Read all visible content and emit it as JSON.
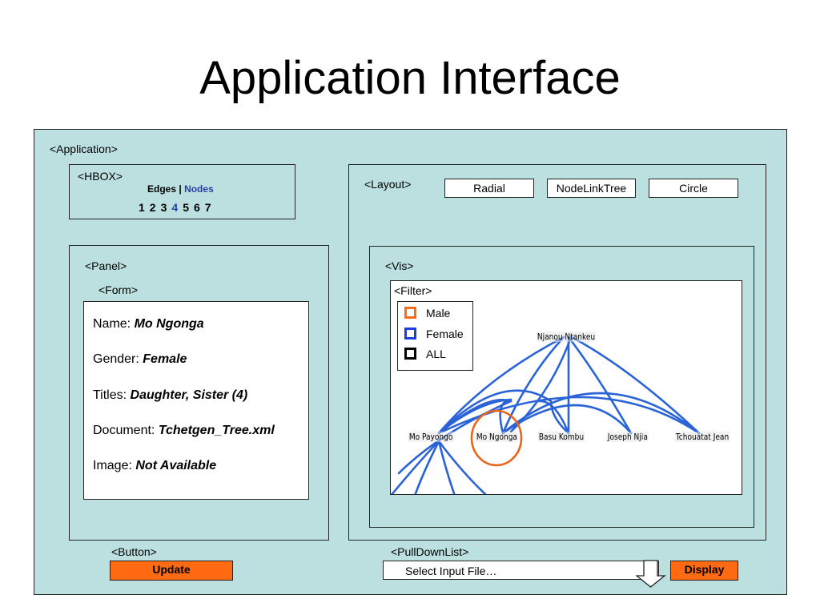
{
  "slide": {
    "title": "Application Interface"
  },
  "application": {
    "tag": "<Application>"
  },
  "hbox": {
    "tag": "<HBOX>",
    "edges_label": "Edges",
    "separator": "|",
    "nodes_label": "Nodes",
    "levels": [
      "1",
      "2",
      "3",
      "4",
      "5",
      "6",
      "7"
    ],
    "selected_level": "4"
  },
  "layout": {
    "tag": "<Layout>",
    "buttons": [
      "Radial",
      "NodeLinkTree",
      "Circle"
    ]
  },
  "panel": {
    "tag": "<Panel>",
    "form_tag": "<Form>",
    "fields": [
      {
        "label": "Name:",
        "value": "Mo Ngonga"
      },
      {
        "label": "Gender:",
        "value": "Female"
      },
      {
        "label": "Titles:",
        "value": "Daughter, Sister (4)"
      },
      {
        "label": "Document:",
        "value": "Tchetgen_Tree.xml"
      },
      {
        "label": "Image:",
        "value": "Not Available"
      }
    ]
  },
  "vis": {
    "tag": "<Vis>",
    "filter_tag": "<Filter>",
    "filter_options": [
      {
        "label": "Male",
        "color": "#ff6a12"
      },
      {
        "label": "Female",
        "color": "#1a3ee6"
      },
      {
        "label": "ALL",
        "color": "#000000"
      }
    ],
    "nodes": [
      "Njanou Ntankeu",
      "Mo Payongo",
      "Mo Ngonga",
      "Basu Kombu",
      "Joseph Njia",
      "Tchouatat Jean"
    ],
    "edge_color": "#2a62d8",
    "highlight_color": "#e8661c"
  },
  "button": {
    "tag": "<Button>",
    "update_label": "Update"
  },
  "pulldown": {
    "tag": "<PullDownList>",
    "placeholder": "Select Input File…",
    "display_label": "Display"
  }
}
